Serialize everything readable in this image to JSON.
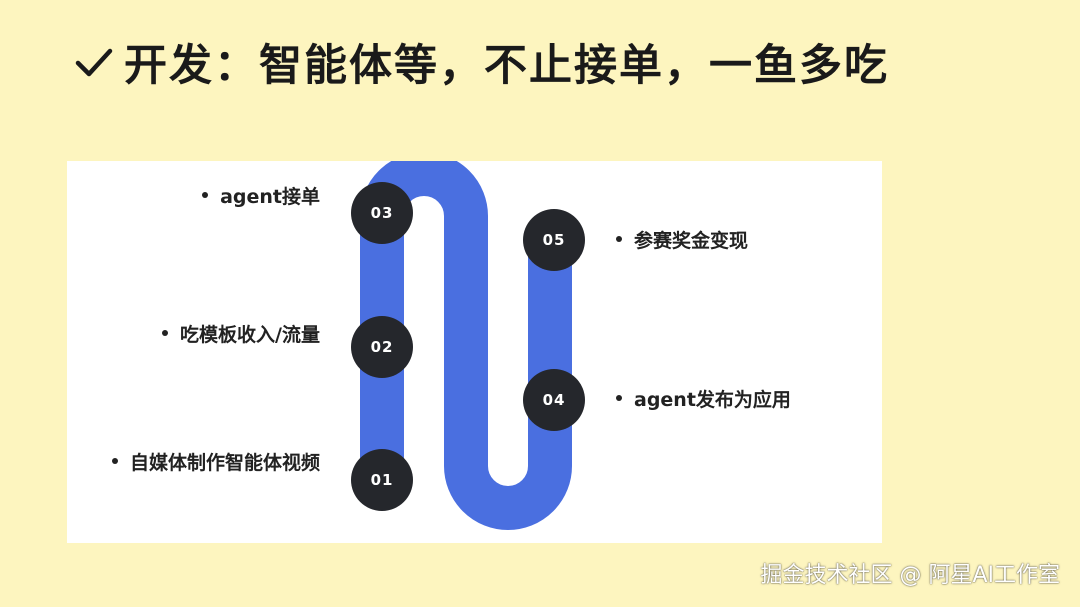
{
  "title": {
    "text": "开发：智能体等，不止接单，一鱼多吃",
    "icon": "checkmark-icon"
  },
  "diagram": {
    "road_color": "#4a6fe0",
    "node_color": "#25272c",
    "steps": [
      {
        "number": "01",
        "label": "自媒体制作智能体视频"
      },
      {
        "number": "02",
        "label": "吃模板收入/流量"
      },
      {
        "number": "03",
        "label": "agent接单"
      },
      {
        "number": "04",
        "label": "agent发布为应用"
      },
      {
        "number": "05",
        "label": "参赛奖金变现"
      }
    ]
  },
  "watermark": "掘金技术社区 @ 阿星AI工作室"
}
